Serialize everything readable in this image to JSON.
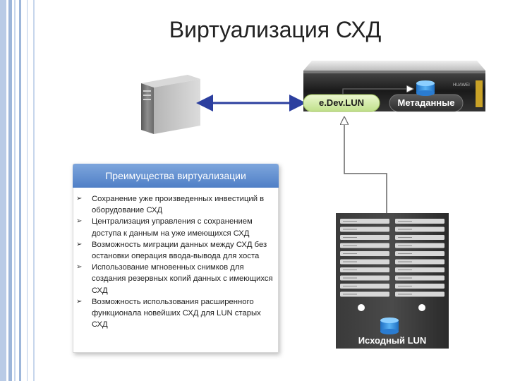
{
  "title": "Виртуализация СХД",
  "labels": {
    "edev_lun": "e.Dev.LUN",
    "metadata": "Метаданные",
    "source_lun": "Исходный LUN"
  },
  "advantages": {
    "header": "Преимущества виртуализации",
    "items": [
      "Сохранение уже произведенных инвестиций в оборудование СХД",
      "Централизация управления с сохранением доступа к данным на уже имеющихся СХД",
      "Возможность миграции данных между СХД без остановки операция ввода-вывода для хоста",
      "Использование мгновенных снимков для создания резервных копий данных с имеющихся СХД",
      "Возможность использования расширенного функционала новейших СХД для LUN старых СХД"
    ]
  },
  "colors": {
    "stripe_blue": "#9db6da",
    "header_blue": "#5b88cc",
    "arrow_blue": "#2c3f9f",
    "pill_green": "#d8ecac",
    "disk_blue": "#2f8fe0",
    "array_dark": "#2f2f2f"
  },
  "icons": [
    "server-tower-icon",
    "storage-controller-icon",
    "disk-array-icon",
    "database-disk-icon",
    "bullet-arrow-icon"
  ]
}
